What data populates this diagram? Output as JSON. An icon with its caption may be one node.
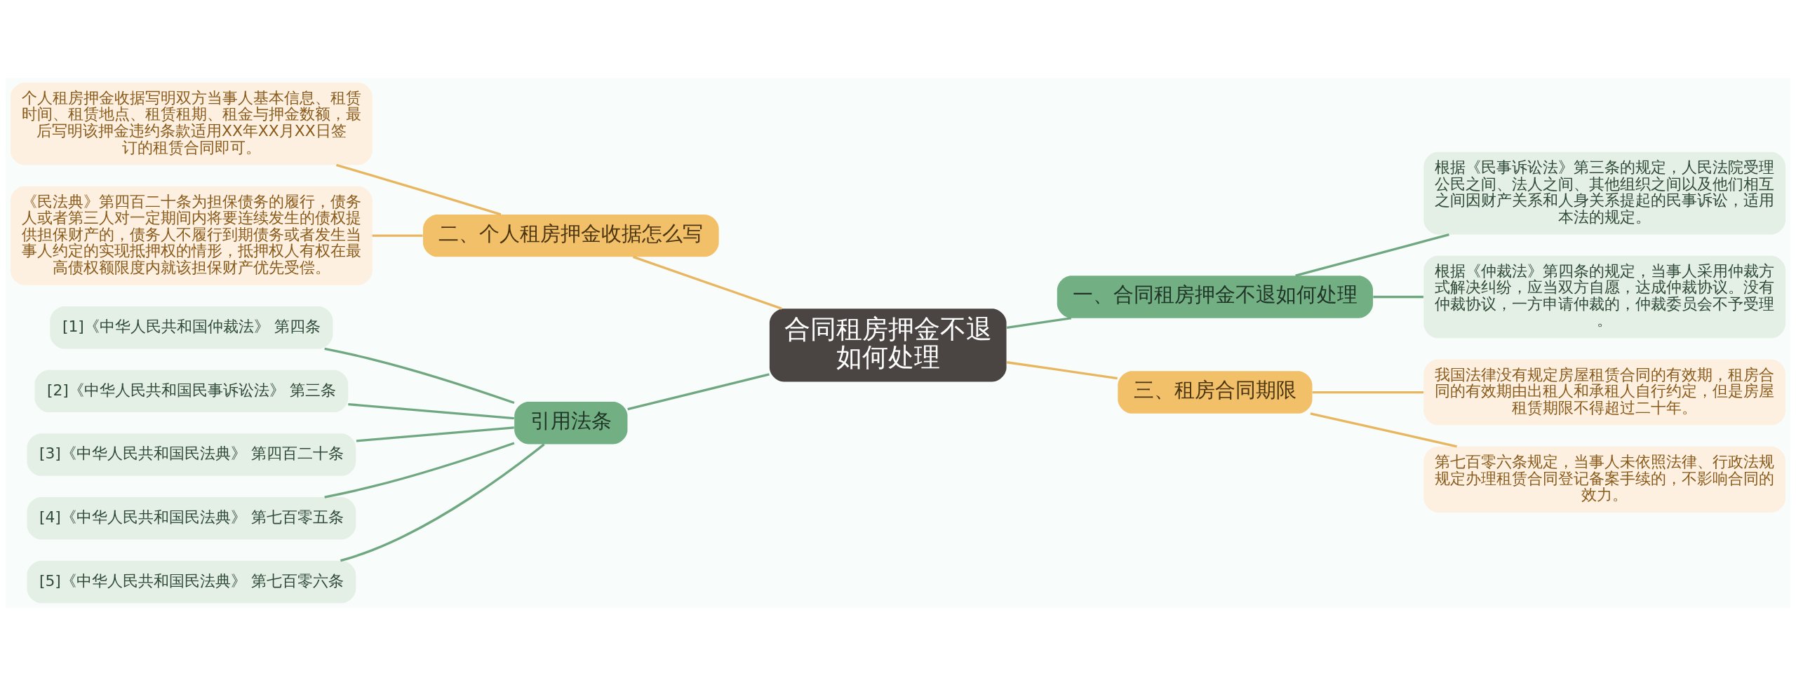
{
  "diagram": {
    "nodes": [
      {
        "text": [
          "合同租房押金不退如何处理"
        ]
      },
      {
        "text": [
          "二、个人租房押金收据怎么写"
        ]
      },
      {
        "text": [
          "个人租房押金收据写明双方当事人基本信息、租赁时间、租赁地点、租赁租期、租金与押金数额，最后写明该押金违约条款适用XX年XX月XX日签订的租赁合同即可。"
        ]
      },
      {
        "text": [
          "《民法典》第四百二十条为担保债务的履行，债务人或者第三人对一定期间内将要连续发生的债权提供担保财产的，债务人不履行到期债务或者发生当事人约定的实现抵押权的情形，抵押权人有权在最高债权额限度内就该担保财产优先受偿。"
        ]
      },
      {
        "text": [
          "一、合同租房押金不退如何处理"
        ]
      },
      {
        "text": [
          "根据《民事诉讼法》第三条的规定，人民法院受理公民之间、法人之间、其他组织之间以及他们相互之间因财产关系和人身关系提起的民事诉讼，适用本法的规定。"
        ]
      },
      {
        "text": [
          "根据《仲裁法》第四条的规定，当事人采用仲裁方式解决纠纷，应当双方自愿，达成仲裁协议。没有仲裁协议，一方申请仲裁的，仲裁委员会不予受理。"
        ]
      },
      {
        "text": [
          "三、租房合同期限"
        ]
      },
      {
        "text": [
          "我国法律没有规定房屋租赁合同的有效期，租房合同的有效期由出租人和承租人自行约定，但是房屋租赁期限不得超过二十年。"
        ]
      },
      {
        "text": [
          "第七百零六条规定，当事人未依照法律、行政法规规定办理租赁合同登记备案手续的，不影响合同的效力。"
        ]
      },
      {
        "text": [
          "引用法条"
        ]
      },
      {
        "text": [
          "[1]《中华人民共和国仲裁法》 第四条"
        ]
      },
      {
        "text": [
          "[2]《中华人民共和国民事诉讼法》 第三条"
        ]
      },
      {
        "text": [
          "[3]《中华人民共和国民法典》 第四百二十条"
        ]
      },
      {
        "text": [
          "[4]《中华人民共和国民法典》 第七百零五条"
        ]
      },
      {
        "text": [
          "[5]《中华人民共和国民法典》 第七百零六条"
        ]
      }
    ],
    "edges": [
      {
        "from": 1,
        "to": 0,
        "arrow": "none",
        "color": "#e9b660"
      },
      {
        "from": 2,
        "to": 1,
        "arrow": "none",
        "color": "#e9b660"
      },
      {
        "from": 3,
        "to": 1,
        "arrow": "none",
        "color": "#e9b660"
      },
      {
        "from": 0,
        "to": 4,
        "arrow": "none"
      },
      {
        "from": 4,
        "to": 5,
        "arrow": "none"
      },
      {
        "from": 4,
        "to": 6,
        "arrow": "none"
      },
      {
        "from": 0,
        "to": 7,
        "arrow": "none",
        "color": "#e9b660"
      },
      {
        "from": 7,
        "to": 8,
        "arrow": "none",
        "color": "#e9b660"
      },
      {
        "from": 7,
        "to": 9,
        "arrow": "none",
        "color": "#e9b660"
      },
      {
        "from": 10,
        "to": 0,
        "arrow": "none"
      },
      {
        "from": 11,
        "to": 10,
        "arrow": "none"
      },
      {
        "from": 12,
        "to": 10,
        "arrow": "none"
      },
      {
        "from": 13,
        "to": 10,
        "arrow": "none"
      },
      {
        "from": 14,
        "to": 10,
        "arrow": "none"
      },
      {
        "from": 15,
        "to": 10,
        "arrow": "none"
      }
    ]
  }
}
